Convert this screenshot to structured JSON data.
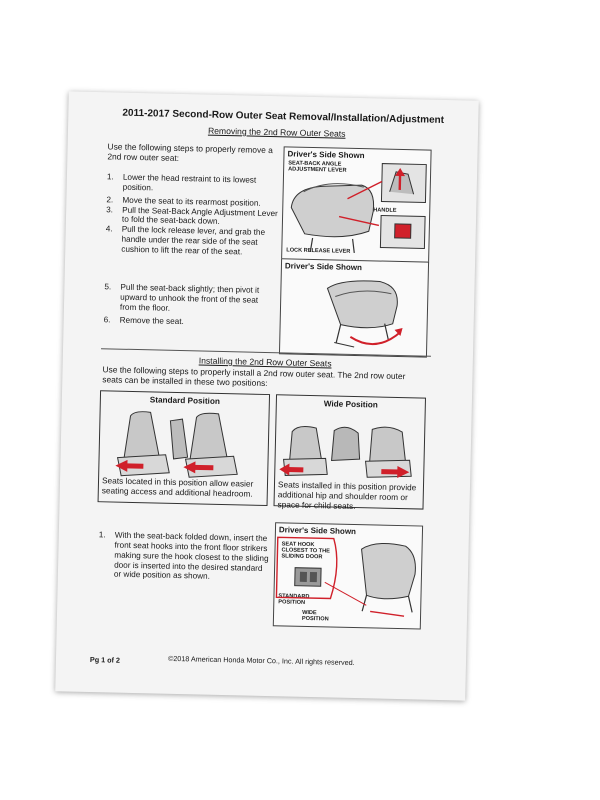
{
  "title": "2011-2017 Second-Row Outer Seat Removal/Installation/Adjustment",
  "removal": {
    "heading": "Removing the 2nd Row Outer Seats",
    "intro": "Use the following steps to properly remove a 2nd row outer seat:",
    "steps": [
      {
        "num": "1.",
        "text": "Lower the head restraint to its lowest position."
      },
      {
        "num": "2.",
        "text": "Move the seat to its rearmost position."
      },
      {
        "num": "3.",
        "text": "Pull the Seat-Back Angle Adjustment Lever to fold the seat-back down."
      },
      {
        "num": "4.",
        "text": "Pull the lock release lever, and grab the handle under the rear side of the seat cushion to lift the rear of the seat."
      },
      {
        "num": "5.",
        "text": "Pull the seat-back slightly; then pivot it upward to unhook the front of the seat from the floor."
      },
      {
        "num": "6.",
        "text": "Remove the seat."
      }
    ],
    "figure1": {
      "header": "Driver's Side Shown",
      "callouts": [
        "SEAT-BACK ANGLE ADJUSTMENT LEVER",
        "HANDLE",
        "LOCK RELEASE LEVER"
      ]
    },
    "figure2": {
      "header": "Driver's Side Shown"
    }
  },
  "installing": {
    "heading": "Installing the 2nd Row Outer Seats",
    "intro": "Use the following steps to properly install a 2nd row outer seat. The 2nd row outer seats can be installed in these two positions:",
    "standard": {
      "label": "Standard Position",
      "text": "Seats located in this position allow easier seating access and additional headroom."
    },
    "wide": {
      "label": "Wide Position",
      "text": "Seats installed in this position provide additional hip and shoulder room or space for child seats."
    },
    "step": {
      "num": "1.",
      "text": "With the seat-back folded down, insert the front seat hooks into the front floor strikers making sure the hook closest to the sliding door is inserted into the desired standard or wide position as shown."
    },
    "figure3": {
      "header": "Driver's Side Shown",
      "callouts": [
        "SEAT HOOK CLOSEST TO THE SLIDING DOOR",
        "STANDARD POSITION",
        "WIDE POSITION"
      ]
    }
  },
  "footer": {
    "page": "Pg 1 of 2",
    "copyright": "©2018 American Honda Motor Co., Inc. All rights reserved."
  },
  "colors": {
    "accent_red": "#d0202a",
    "line": "#333333",
    "paper": "#f4f4f4"
  }
}
